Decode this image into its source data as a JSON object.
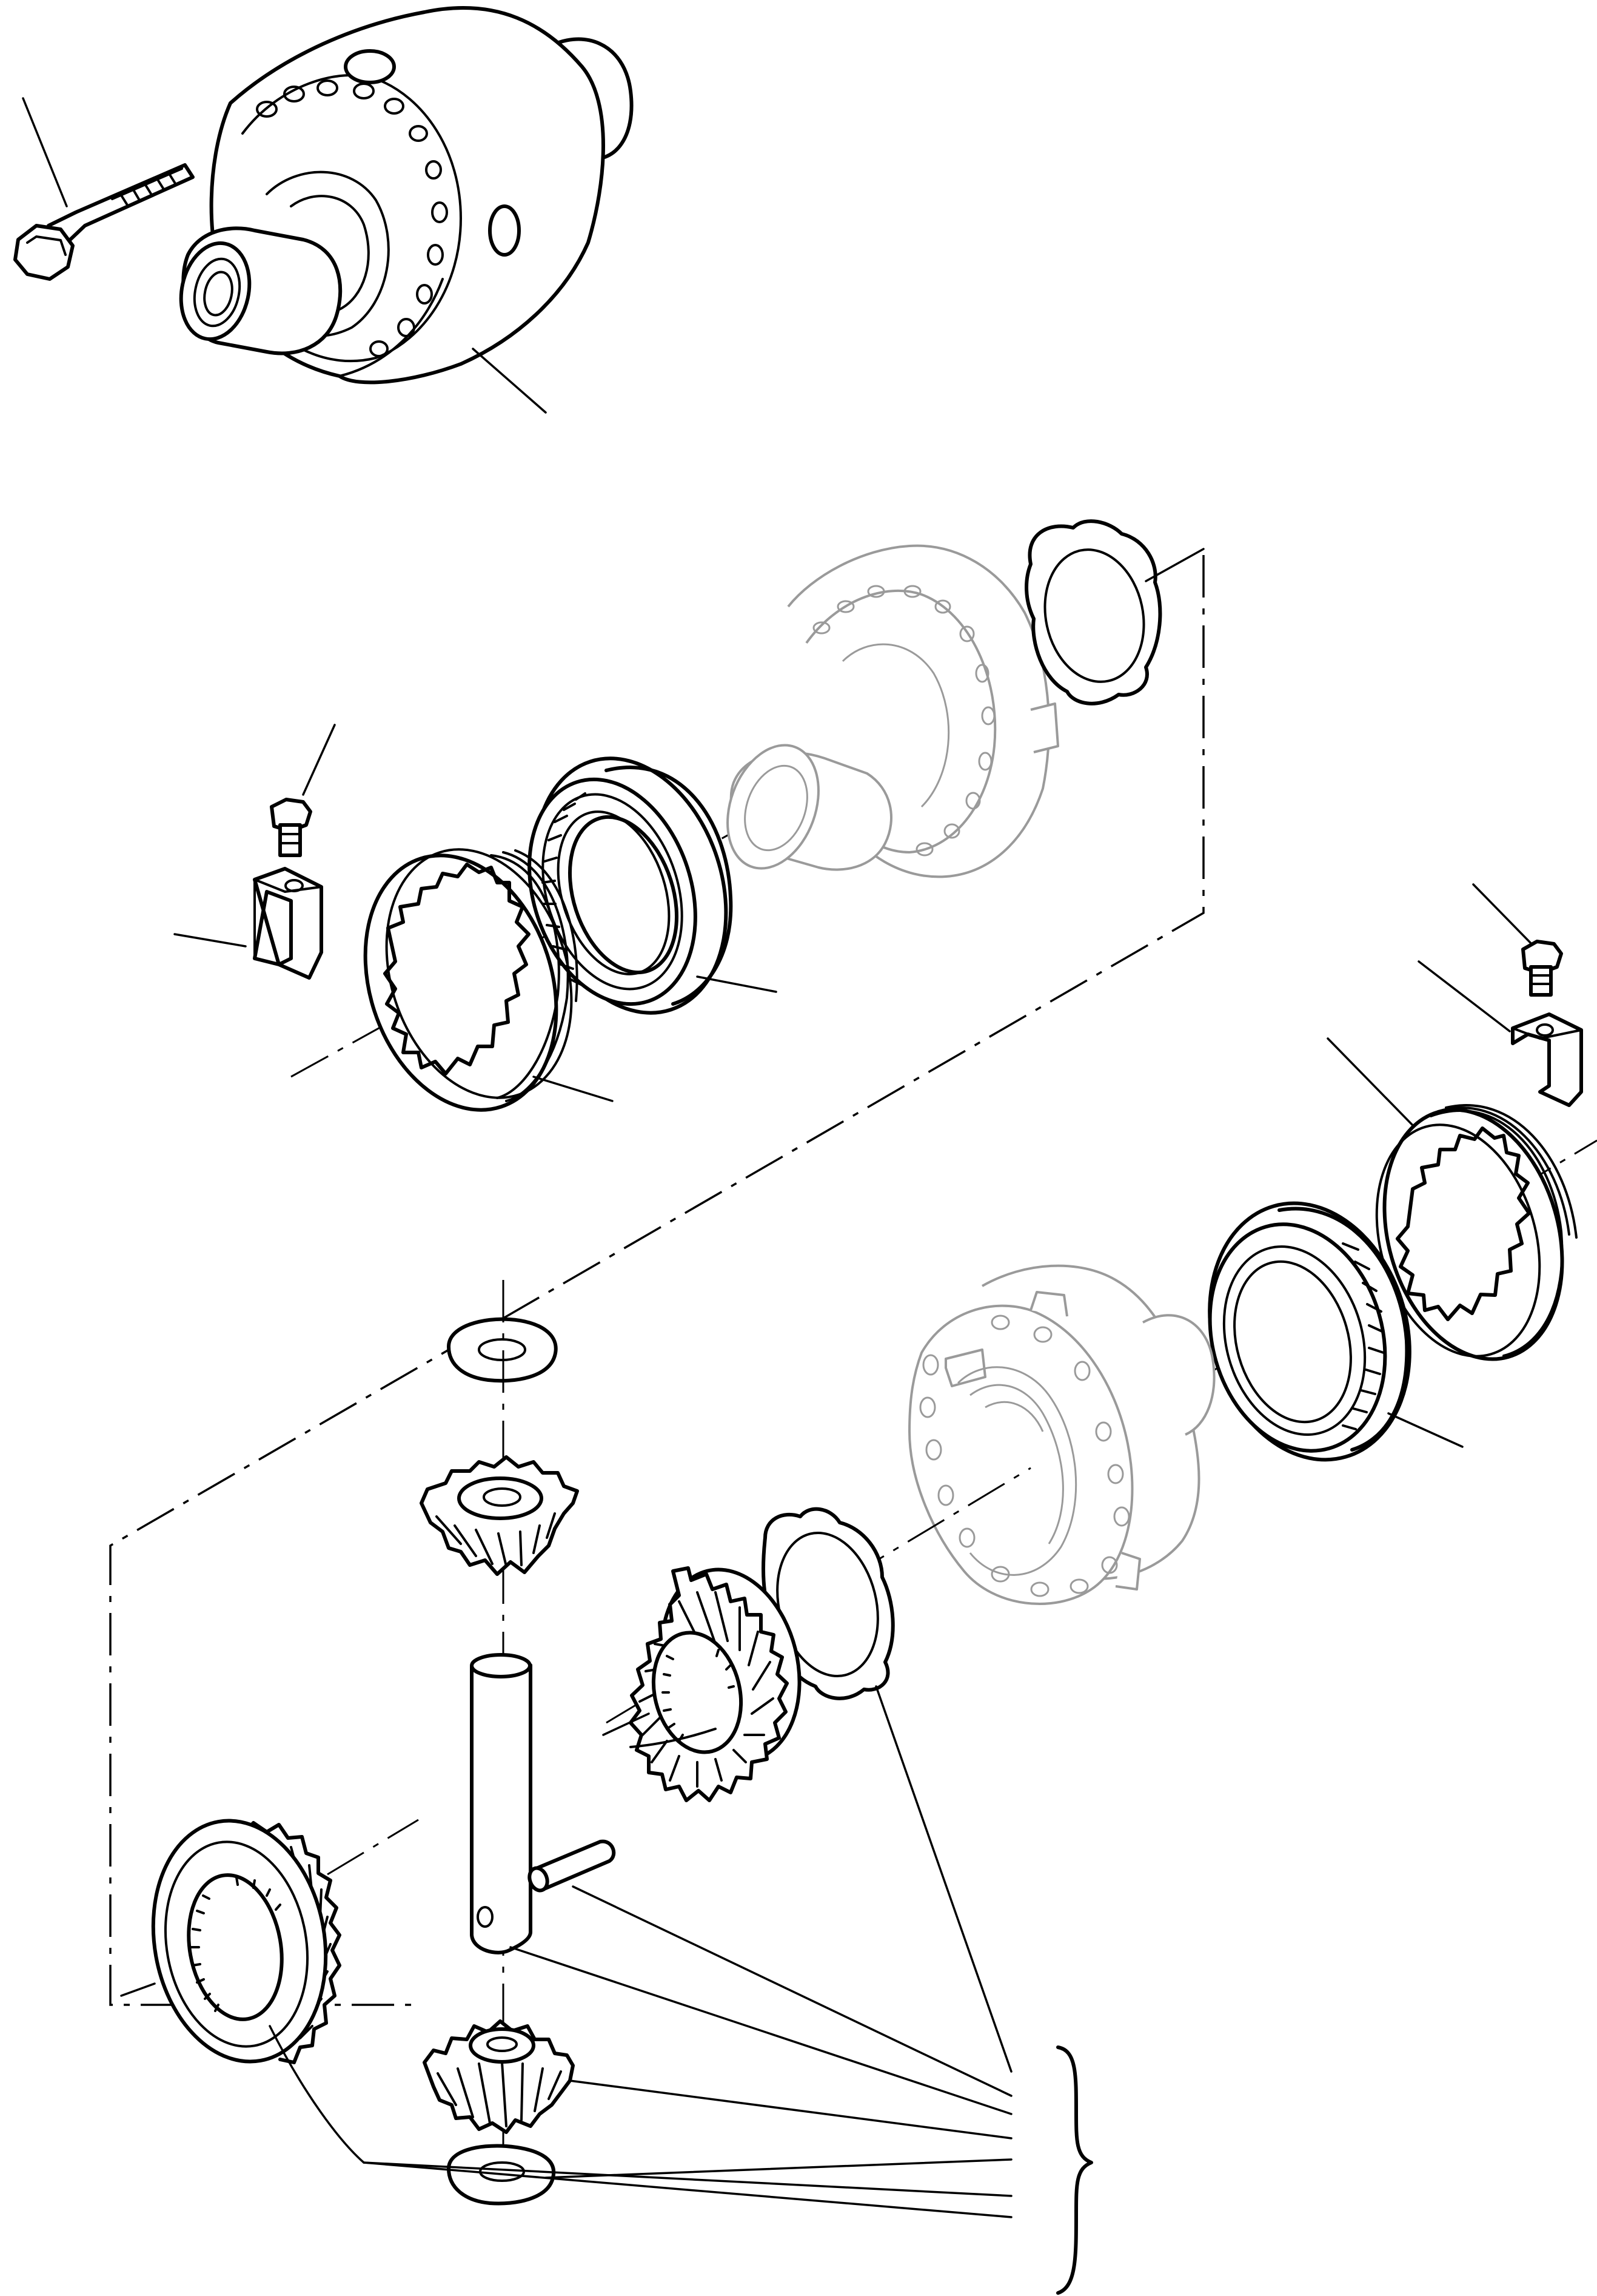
{
  "diagram": {
    "parts": [
      {
        "name": "differential-assembly"
      },
      {
        "name": "assembly-bolt"
      },
      {
        "name": "thrust-washer-upper"
      },
      {
        "name": "differential-case-half-right"
      },
      {
        "name": "taper-roller-bearing-left"
      },
      {
        "name": "adjusting-ring-nut-left"
      },
      {
        "name": "lock-plate-left"
      },
      {
        "name": "lock-screw-left"
      },
      {
        "name": "lock-screw-right"
      },
      {
        "name": "lock-plate-right"
      },
      {
        "name": "adjusting-ring-nut-right"
      },
      {
        "name": "taper-roller-bearing-right"
      },
      {
        "name": "differential-case-half-left"
      },
      {
        "name": "side-gear-thrust-washer"
      },
      {
        "name": "side-gear-upper"
      },
      {
        "name": "planet-pinion-top"
      },
      {
        "name": "pinion-washer-top"
      },
      {
        "name": "pinion-shaft"
      },
      {
        "name": "roll-pin"
      },
      {
        "name": "planet-pinion-bottom"
      },
      {
        "name": "pinion-washer-bottom"
      },
      {
        "name": "side-gear-lower"
      },
      {
        "name": "kit-brace"
      }
    ]
  }
}
